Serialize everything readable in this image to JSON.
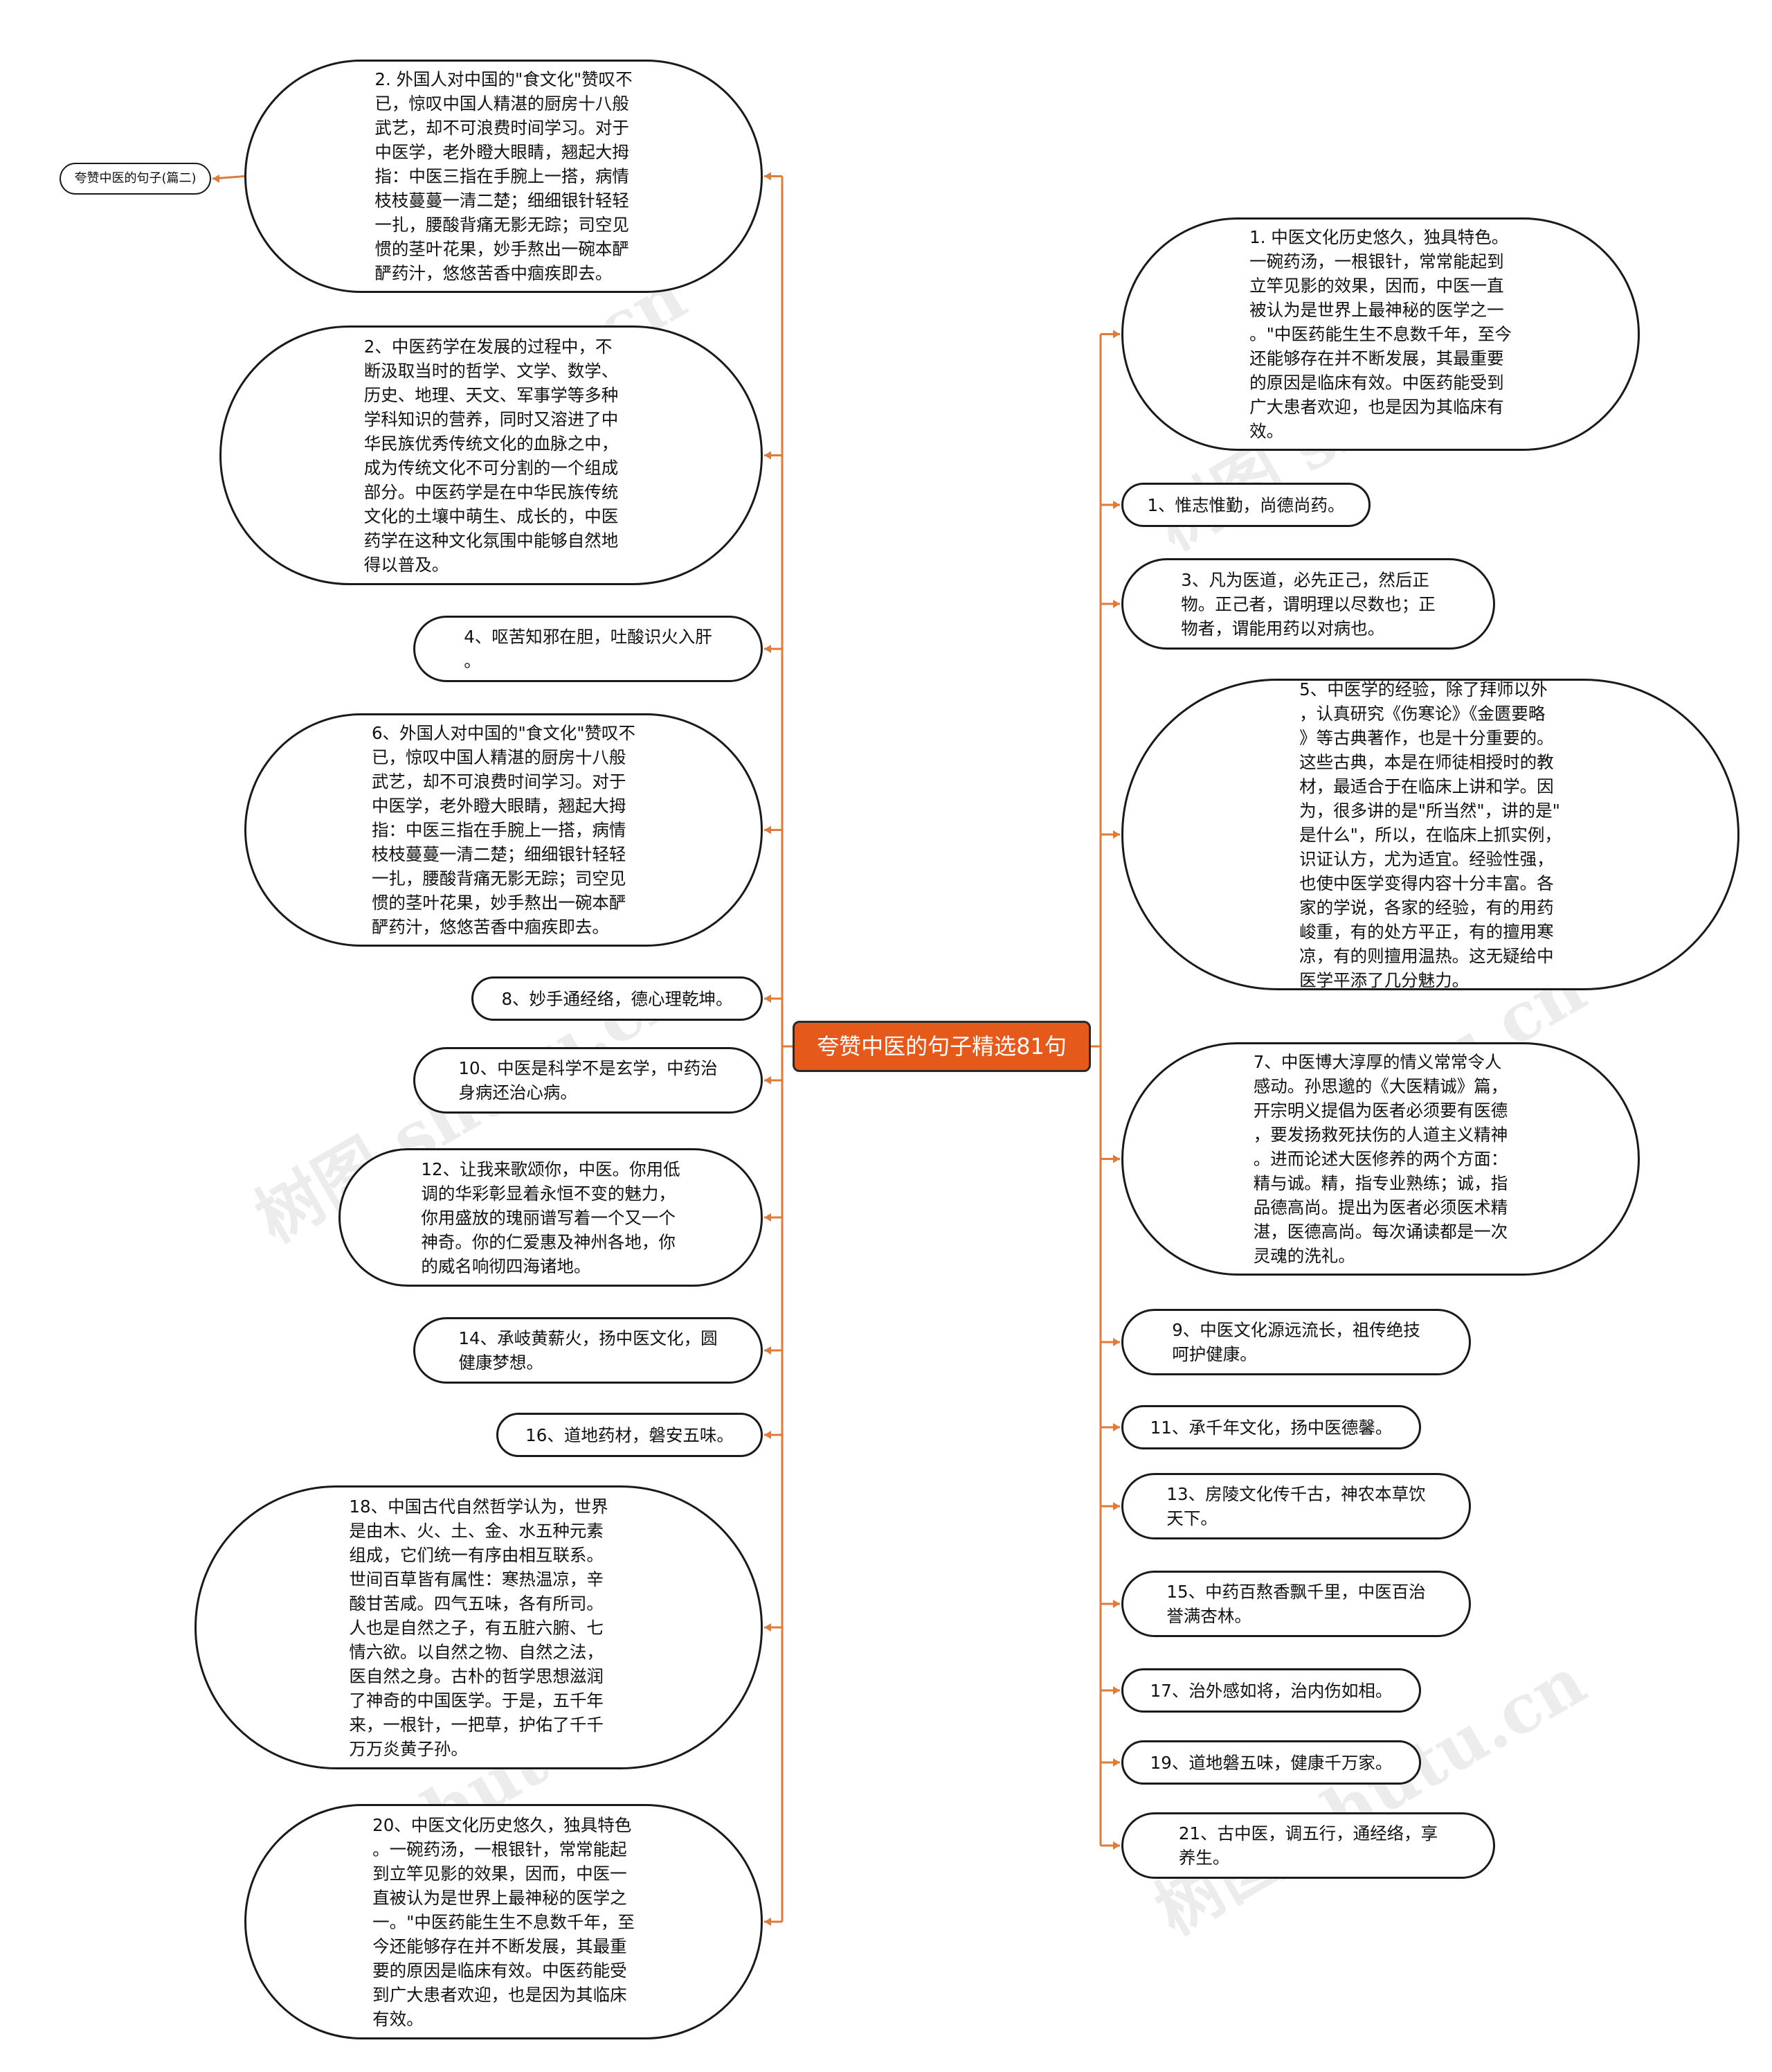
{
  "accent_color": "#e55a1b",
  "connector_color": "#e07b39",
  "center": {
    "label": "夸赞中医的句子精选81句"
  },
  "left_top": {
    "label": "夸赞中医的句子(篇二)"
  },
  "left_items": [
    {
      "text": "2. 外国人对中国的\"食文化\"赞叹不\n已，惊叹中国人精湛的厨房十八般\n武艺，却不可浪费时间学习。对于\n中医学，老外瞪大眼睛，翘起大拇\n指：中医三指在手腕上一搭，病情\n枝枝蔓蔓一清二楚；细细银针轻轻\n一扎，腰酸背痛无影无踪；司空见\n惯的茎叶花果，妙手熬出一碗本酽\n酽药汁，悠悠苦香中痼疾即去。"
    },
    {
      "text": "2、中医药学在发展的过程中，不\n断汲取当时的哲学、文学、数学、\n历史、地理、天文、军事学等多种\n学科知识的营养，同时又溶进了中\n华民族优秀传统文化的血脉之中，\n成为传统文化不可分割的一个组成\n部分。中医药学是在中华民族传统\n文化的土壤中萌生、成长的，中医\n药学在这种文化氛围中能够自然地\n得以普及。"
    },
    {
      "text": "4、呕苦知邪在胆，吐酸识火入肝\n。"
    },
    {
      "text": "6、外国人对中国的\"食文化\"赞叹不\n已，惊叹中国人精湛的厨房十八般\n武艺，却不可浪费时间学习。对于\n中医学，老外瞪大眼睛，翘起大拇\n指：中医三指在手腕上一搭，病情\n枝枝蔓蔓一清二楚；细细银针轻轻\n一扎，腰酸背痛无影无踪；司空见\n惯的茎叶花果，妙手熬出一碗本酽\n酽药汁，悠悠苦香中痼疾即去。"
    },
    {
      "text": "8、妙手通经络，德心理乾坤。"
    },
    {
      "text": "10、中医是科学不是玄学，中药治\n身病还治心病。"
    },
    {
      "text": "12、让我来歌颂你，中医。你用低\n调的华彩彰显着永恒不变的魅力，\n你用盛放的瑰丽谱写着一个又一个\n神奇。你的仁爱惠及神州各地，你\n的威名响彻四海诸地。"
    },
    {
      "text": "14、承岐黄薪火，扬中医文化，圆\n健康梦想。"
    },
    {
      "text": "16、道地药材，磐安五味。"
    },
    {
      "text": "18、中国古代自然哲学认为，世界\n是由木、火、土、金、水五种元素\n组成，它们统一有序由相互联系。\n世间百草皆有属性：寒热温凉，辛\n酸甘苦咸。四气五味，各有所司。\n人也是自然之子，有五脏六腑、七\n情六欲。以自然之物、自然之法，\n医自然之身。古朴的哲学思想滋润\n了神奇的中国医学。于是，五千年\n来，一根针，一把草，护佑了千千\n万万炎黄子孙。"
    },
    {
      "text": "20、中医文化历史悠久，独具特色\n。一碗药汤，一根银针，常常能起\n到立竿见影的效果，因而，中医一\n直被认为是世界上最神秘的医学之\n一。\"中医药能生生不息数千年，至\n今还能够存在并不断发展，其最重\n要的原因是临床有效。中医药能受\n到广大患者欢迎，也是因为其临床\n有效。"
    }
  ],
  "right_items": [
    {
      "text": "1. 中医文化历史悠久，独具特色。\n一碗药汤，一根银针，常常能起到\n立竿见影的效果，因而，中医一直\n被认为是世界上最神秘的医学之一\n。\"中医药能生生不息数千年，至今\n还能够存在并不断发展，其最重要\n的原因是临床有效。中医药能受到\n广大患者欢迎，也是因为其临床有\n效。"
    },
    {
      "text": "1、惟志惟勤，尚德尚药。"
    },
    {
      "text": "3、凡为医道，必先正己，然后正\n物。正己者，谓明理以尽数也；正\n物者，谓能用药以对病也。"
    },
    {
      "text": "5、中医学的经验，除了拜师以外\n，认真研究《伤寒论》《金匮要略\n》等古典著作，也是十分重要的。\n这些古典，本是在师徒相授时的教\n材，最适合于在临床上讲和学。因\n为，很多讲的是\"所当然\"，讲的是\"\n是什么\"，所以，在临床上抓实例，\n识证认方，尤为适宜。经验性强，\n也使中医学变得内容十分丰富。各\n家的学说，各家的经验，有的用药\n峻重，有的处方平正，有的擅用寒\n凉，有的则擅用温热。这无疑给中\n医学平添了几分魅力。"
    },
    {
      "text": "7、中医博大淳厚的情义常常令人\n感动。孙思邈的《大医精诚》篇，\n开宗明义提倡为医者必须要有医德\n，要发扬救死扶伤的人道主义精神\n。进而论述大医修养的两个方面：\n精与诚。精，指专业熟练；诚，指\n品德高尚。提出为医者必须医术精\n湛，医德高尚。每次诵读都是一次\n灵魂的洗礼。"
    },
    {
      "text": "9、中医文化源远流长，祖传绝技\n呵护健康。"
    },
    {
      "text": "11、承千年文化，扬中医德馨。"
    },
    {
      "text": "13、房陵文化传千古，神农本草饮\n天下。"
    },
    {
      "text": "15、中药百熬香飘千里，中医百治\n誉满杏林。"
    },
    {
      "text": "17、治外感如将，治内伤如相。"
    },
    {
      "text": "19、道地磐五味，健康千万家。"
    },
    {
      "text": "21、古中医，调五行，通经络，享\n养生。"
    }
  ]
}
